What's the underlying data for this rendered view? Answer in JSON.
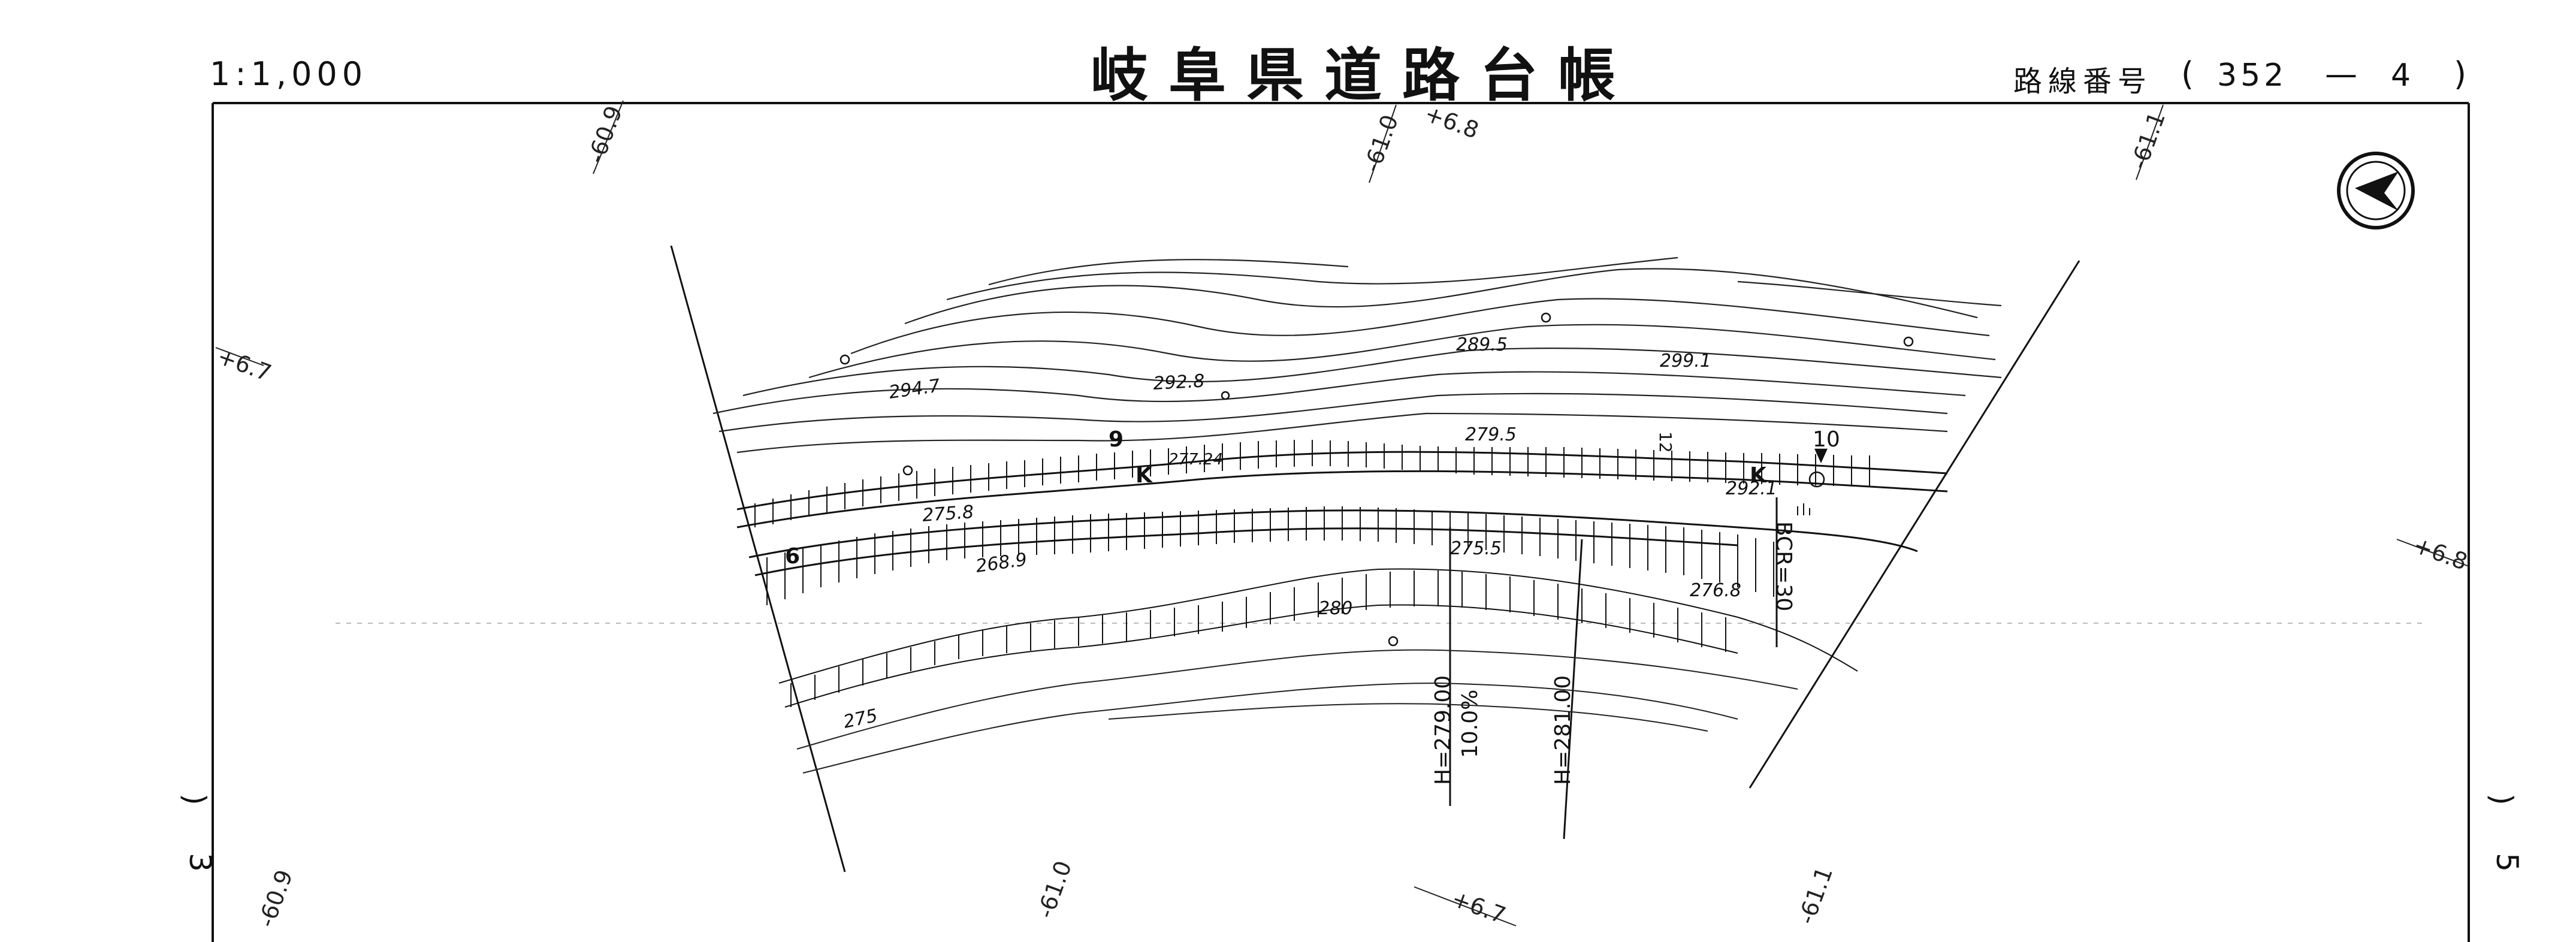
{
  "header": {
    "scale": "1:1,000",
    "title": "岐阜県道路台帳",
    "route_label": "路線番号",
    "route_number_1": "352",
    "route_number_2": "4",
    "open_paren": "(",
    "close_paren": ")",
    "dash": "—"
  },
  "side": {
    "left_page": "3",
    "right_page": "5",
    "bracket": ")"
  },
  "grid_labels": [
    {
      "text": "-60.9"
    },
    {
      "text": "-61.0"
    },
    {
      "text": "+6.8"
    },
    {
      "text": "-61.1"
    },
    {
      "text": "+6.7"
    },
    {
      "text": "+6.8"
    },
    {
      "text": "-60.9"
    },
    {
      "text": "-61.0"
    },
    {
      "text": "+6.7"
    },
    {
      "text": "-61.1"
    }
  ],
  "elevations": [
    "294.7",
    "292.8",
    "289.5",
    "299.1",
    "277.24",
    "279.5",
    "292.1",
    "275.8",
    "275.5",
    "268.9",
    "276.8",
    "280",
    "275"
  ],
  "annotations": {
    "h1": "H=279.00",
    "grade": "10.0%",
    "h2": "H=281.00",
    "bcr": "BCR=30",
    "num_9": "9",
    "num_10": "10",
    "num_6": "6",
    "k1": "K",
    "k2": "K",
    "num_12": "12"
  },
  "north_arrow": "north-arrow-icon"
}
